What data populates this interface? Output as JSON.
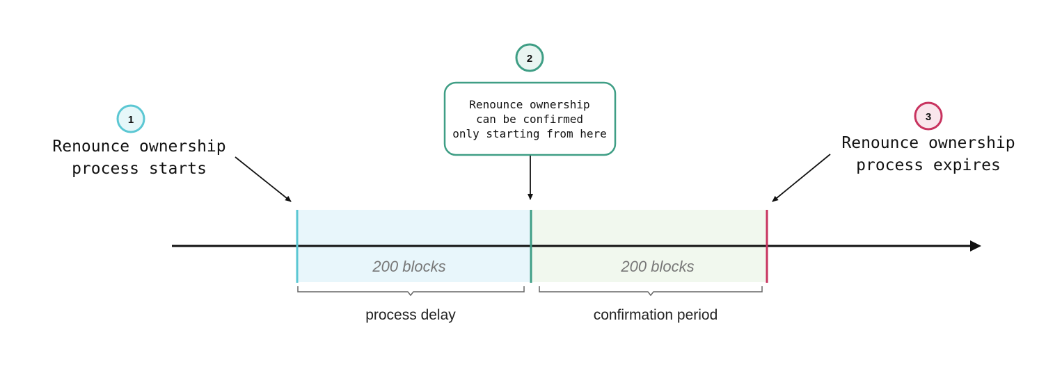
{
  "markers": [
    {
      "number": "1",
      "text_lines": [
        "Renounce ownership",
        "process starts"
      ],
      "color": "#5bc7d3",
      "fill": "#e6f7f9"
    },
    {
      "number": "2",
      "text_lines": [
        "Renounce ownership",
        "can be confirmed",
        "only starting from here"
      ],
      "color": "#3f9e85",
      "fill": "#e9f5f1"
    },
    {
      "number": "3",
      "text_lines": [
        "Renounce ownership",
        "process expires"
      ],
      "color": "#c8335f",
      "fill": "#f9e6ec"
    }
  ],
  "segments": [
    {
      "blocks_label": "200 blocks",
      "period_label": "process delay",
      "fill": "#e8f6fb"
    },
    {
      "blocks_label": "200 blocks",
      "period_label": "confirmation period",
      "fill": "#f1f8ee"
    }
  ]
}
